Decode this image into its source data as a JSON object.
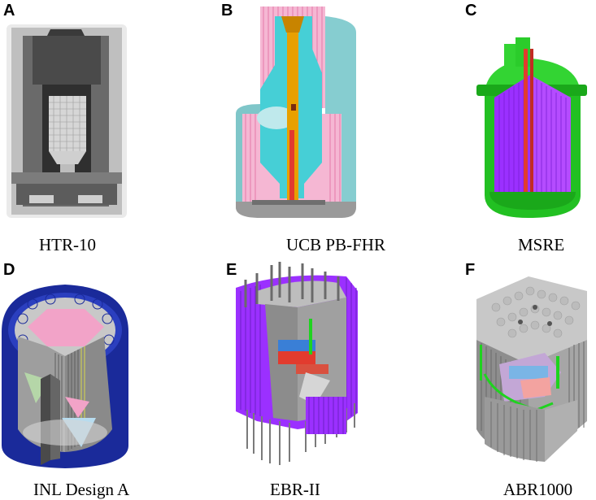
{
  "panels": [
    {
      "letter": "A",
      "caption": "HTR-10"
    },
    {
      "letter": "B",
      "caption": "UCB PB-FHR"
    },
    {
      "letter": "C",
      "caption": "MSRE"
    },
    {
      "letter": "D",
      "caption": "INL Design A"
    },
    {
      "letter": "E",
      "caption": "EBR-II"
    },
    {
      "letter": "F",
      "caption": "ABR1000"
    }
  ],
  "colors": {
    "gray_dark": "#5a5a5a",
    "gray_mid": "#8c8c8c",
    "gray_light": "#c8c8c8",
    "teal": "#8fd3d6",
    "cyan": "#3fd0d8",
    "orange": "#e8a000",
    "red": "#e23b2e",
    "pink": "#f2a3c8",
    "green": "#1fd31f",
    "purple": "#9b30ff",
    "violet": "#8a2be2",
    "navy": "#1a2a9a"
  }
}
